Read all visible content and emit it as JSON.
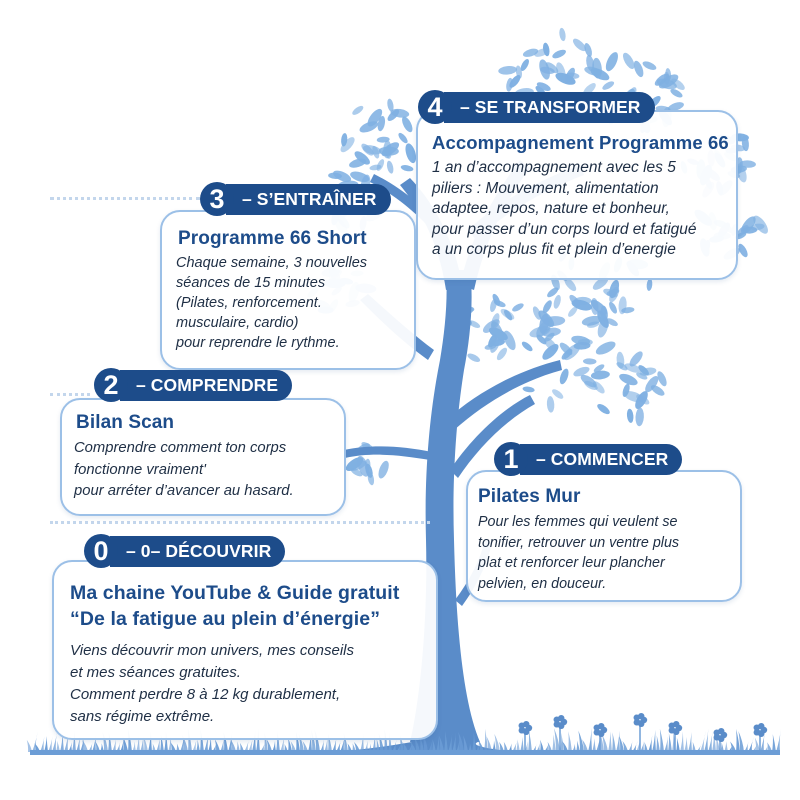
{
  "steps": [
    {
      "number": "0",
      "label": "– 0– DÉCOUVRIR",
      "title_lines": [
        "Ma chaine YouTube & Guide gratuit",
        "“De la fatigue au plein d’énergie”"
      ],
      "lines": [
        "Viens découvrir mon univers, mes conseils",
        "et mes séances gratuites.",
        "Comment perdre 8 à 12 kg durablement,",
        "sans régime extrême."
      ]
    },
    {
      "number": "1",
      "label": "– COMMENCER",
      "title_lines": [
        "Pilates Mur"
      ],
      "lines": [
        "Pour les femmes qui veulent se",
        "tonifier, retrouver un ventre plus",
        "plat et renforcer leur plancher",
        "pelvien, en douceur."
      ]
    },
    {
      "number": "2",
      "label": "– COMPRENDRE",
      "title_lines": [
        "Bilan Scan"
      ],
      "lines": [
        "Comprendre comment ton corps",
        "fonctionne vraiment'",
        "pour arréter d’avancer au hasard."
      ]
    },
    {
      "number": "3",
      "label": "– S’ENTRAÎNER",
      "title_lines": [
        "Programme 66 Short"
      ],
      "lines": [
        "Chaque semaine, 3 nouvelles",
        "séances de 15 minutes",
        "(Pilates, renforcement.",
        "musculaire, cardio)",
        "pour reprendre le rythme."
      ]
    },
    {
      "number": "4",
      "label": "– SE TRANSFORMER",
      "title_lines": [
        "Accompagnement Programme 66"
      ],
      "lines": [
        "1 an d’accompagnement avec les 5",
        "piliers : Mouvement, alimentation",
        "adaptee, repos, nature et bonheur,",
        "pour passer d’un corps lourd et fatigué",
        "a un corps plus fit et plein d’energie"
      ]
    }
  ],
  "colors": {
    "badge": "#1d4c8a",
    "title": "#1d4c8a",
    "body_text": "#1f2f45",
    "card_border": "#9cc0e7",
    "tree_trunk": "#5a8cc9",
    "leaves": "#7fb0e2",
    "grass": "#6c9dd6"
  }
}
